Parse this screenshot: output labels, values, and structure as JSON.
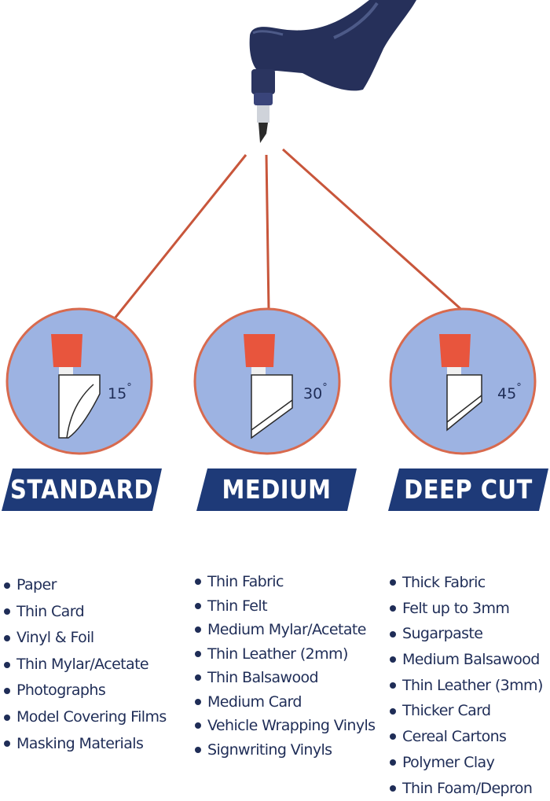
{
  "blades": [
    {
      "id": "standard",
      "name": "STANDARD",
      "angle": "15",
      "degree_symbol": "°",
      "materials": [
        "Paper",
        "Thin Card",
        "Vinyl & Foil",
        "Thin Mylar/Acetate",
        "Photographs",
        "Model Covering Films",
        "Masking Materials"
      ]
    },
    {
      "id": "medium",
      "name": "MEDIUM",
      "angle": "30",
      "degree_symbol": "°",
      "materials": [
        "Thin Fabric",
        "Thin Felt",
        "Medium Mylar/Acetate",
        "Thin Leather (2mm)",
        "Thin Balsawood",
        "Medium Card",
        "Vehicle Wrapping Vinyls",
        "Signwriting Vinyls"
      ]
    },
    {
      "id": "deep",
      "name": "DEEP CUT",
      "angle": "45",
      "degree_symbol": "°",
      "materials": [
        "Thick Fabric",
        "Felt up to 3mm",
        "Sugarpaste",
        "Medium Balsawood",
        "Thin Leather (3mm)",
        "Thicker Card",
        "Cereal Cartons",
        "Polymer Clay",
        "Thin Foam/Depron"
      ]
    }
  ],
  "colors": {
    "navy": "#1f2d57",
    "banner": "#1e3a78",
    "circle_fill": "#9db3e2",
    "circle_stroke": "#d86a4e",
    "pointer_line": "#c8563b",
    "holder_block": "#e8553d",
    "handle": "#26305a"
  },
  "icons": [
    "blade-holder-icon",
    "blade-standard-icon",
    "blade-medium-icon",
    "blade-deep-icon"
  ]
}
